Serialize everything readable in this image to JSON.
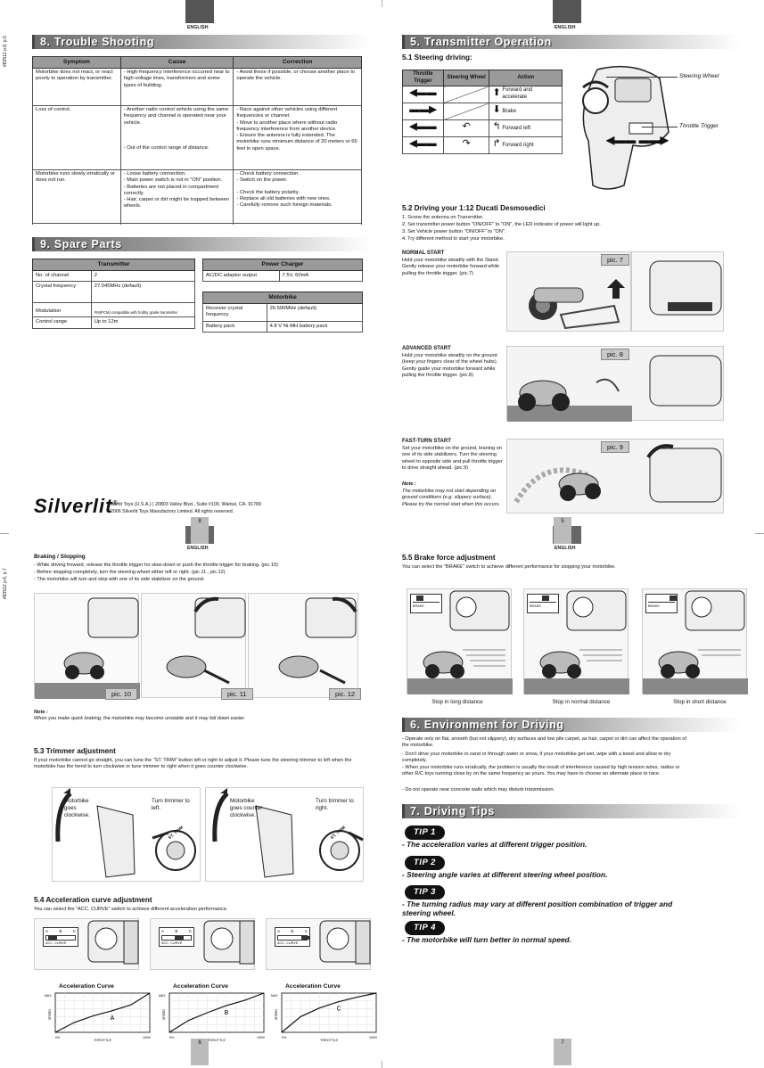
{
  "header": {
    "english_label": "ENGLISH"
  },
  "side_codes": {
    "top": "#83512 p.8, p.5",
    "bottom": "#83512 p.6, p.7"
  },
  "trouble": {
    "title": "8. Trouble Shooting",
    "columns": [
      "Symptom",
      "Cause",
      "Correction"
    ],
    "rows": [
      {
        "symptom": "Motorbike does not react, or react poorly to operation by transmitter.",
        "cause": [
          "- High-frequency interference occurred near to high-voltage lines, transformers and some types of building."
        ],
        "correction": [
          "- Avoid these if possible, or choose another place to operate the vehicle."
        ]
      },
      {
        "symptom": "Loss of control.",
        "cause": [
          "- Another radio control vehicle using the same frequency and channel is operated near your vehicle.",
          "- Out of the control range of distance."
        ],
        "correction": [
          "- Race against other vehicles using different frequencies or channel.",
          "- Move to another place where without radio frequency interference from another device.",
          "- Ensure the antenna is fully extended. The motorbike runs minimum distance of 20 meters or 66 feet in open space."
        ]
      },
      {
        "symptom": "Motorbike runs slowly erratically or does not run.",
        "cause": [
          "- Loose battery connection.",
          "- Main power switch is not in \"ON\" position.",
          "- Batteries are not placed in compartment correctly.",
          "- Hair, carpet or dirt might be trapped between wheels."
        ],
        "correction": [
          "- Check battery connection.",
          "- Switch on the power.",
          "- Check the battery polarity.",
          "- Replace all old batteries with new ones.",
          "- Carefully remove such foreign materials."
        ]
      }
    ]
  },
  "spare": {
    "title": "9. Spare Parts",
    "transmitter": {
      "heading": "Transmitter",
      "rows": [
        [
          "No. of channel",
          "2"
        ],
        [
          "Crystal frequency",
          "27.045MHz (default)"
        ],
        [
          "Modulation",
          "FM(PCM) compatible with hobby grade transmitter"
        ],
        [
          "Control range",
          "Up to 12m"
        ]
      ]
    },
    "charger": {
      "heading": "Power Charger",
      "rows": [
        [
          "AC/DC adaptor output",
          "7.5V, 60mA"
        ]
      ]
    },
    "motorbike": {
      "heading": "Motorbike",
      "rows": [
        [
          "Receiver crystal frequency",
          "26.590MHz (default)"
        ],
        [
          "Battery pack",
          "4.8 V Ni-MH battery pack"
        ]
      ]
    }
  },
  "brand": {
    "logo": "Silverlit",
    "reg": "®",
    "address": "Silverlit Toys (U.S.A.) | 20803 Valley Blvd., Suite #109, Walnut, CA. 91789",
    "copyright": "©2006 Silverlit Toys Manufactory Limited. All rights reserved."
  },
  "pages": {
    "p8": "8",
    "p5": "5",
    "p6": "6",
    "p7": "7"
  },
  "transmitter_op": {
    "title": "5. Transmitter Operation",
    "steering_title": "5.1 Steering driving:",
    "table_headers": [
      "Throttle Trigger",
      "Steering Wheel",
      "Action"
    ],
    "actions": [
      "Forward and accelerate",
      "Brake",
      "Forward left",
      "Forward right"
    ],
    "labels": {
      "steering_wheel": "Steering Wheel",
      "throttle_trigger": "Throttle Trigger"
    }
  },
  "driving": {
    "title": "5.2 Driving your 1:12 Ducati Desmosedici",
    "steps": [
      "1. Screw the antenna on Transmitter.",
      "2. Set transmitter power button \"ON/OFF\" to \"ON\", the LED indicator of power will light up.",
      "3. Set Vehicle power button \"ON/OFF\" to \"ON\".",
      "4. Try different method to start your motorbike."
    ],
    "normal": {
      "heading": "NORMAL START",
      "text": "Hold your motorbike steadily with the Stand. Gently release your motorbike forward while pulling the throttle trigger. (pic.7)",
      "pic": "pic. 7"
    },
    "advanced": {
      "heading": "ADVANCED START",
      "text": "Hold your motorbike steadily on the ground (keep your fingers clear of the wheel hubs). Gently guide your motorbike forward while pulling the throttle trigger. (pic.8)",
      "pic": "pic. 8"
    },
    "fastturn": {
      "heading": "FAST-TURN START",
      "text": "Set your motorbike on the ground, leaning on one of its side stabilizers. Turn the steering wheel to opposite side and pull throttle trigger to drive straight ahead. (pic.9)",
      "note_label": "Note :",
      "note": "The motorbike may not start depending on ground conditions (e.g. slippery surface). Please try the normal start when this occurs.",
      "pic": "pic. 9"
    }
  },
  "braking": {
    "heading": "Braking / Stopping",
    "lines": [
      "- While driving forward, release the throttle trigger for slow-down or push the throttle trigger for braking. (pic.10)",
      "- Before stopping completely, turn the steering wheel either left or right. (pic.11 , pic.12)",
      "- The motorbike will turn and stop with one of its side stabilizer on the ground."
    ],
    "pics": [
      "pic. 10",
      "pic. 11",
      "pic. 12"
    ],
    "note_label": "Note :",
    "note": "When you make quick braking, the motorbike may become unstable and it may fall down easier."
  },
  "trimmer": {
    "title": "5.3 Trimmer adjustment",
    "text": "If your motorbike cannot go straight, you can tune the \"ST. TRIM\" button left or right to adjust it. Please tune the steering trimmer to left when the motorbike has the trend to turn clockwise or tune trimmer to right when it goes counter clockwise.",
    "left_bike": "Motorbike goes clockwise.",
    "left_trim": "Turn trimmer to left.",
    "right_bike": "Motorbike goes counter clockwise.",
    "right_trim": "Turn trimmer to right.",
    "dial_label": "ST. TRIM"
  },
  "accel": {
    "title": "5.4 Acceleration curve adjustment",
    "text": "You can select the \"ACC. CURVE\" switch to achieve different acceleration performance.",
    "switch_letters": [
      "A",
      "B",
      "C"
    ],
    "switch_label": "ACC. CURVE",
    "chart_title": "Acceleration Curve",
    "y_label": "SPEED",
    "y_max": "MAX",
    "x_label": "THROTTLE",
    "x_min": "0%",
    "x_max": "100%"
  },
  "chart_data": [
    {
      "type": "line",
      "title": "Acceleration Curve",
      "xlabel": "THROTTLE",
      "ylabel": "SPEED",
      "series": [
        {
          "name": "A",
          "x": [
            0,
            20,
            40,
            60,
            80,
            100
          ],
          "y": [
            0,
            25,
            42,
            55,
            70,
            100
          ]
        }
      ]
    },
    {
      "type": "line",
      "title": "Acceleration Curve",
      "xlabel": "THROTTLE",
      "ylabel": "SPEED",
      "series": [
        {
          "name": "B",
          "x": [
            0,
            20,
            40,
            60,
            80,
            100
          ],
          "y": [
            0,
            30,
            50,
            68,
            82,
            100
          ]
        }
      ]
    },
    {
      "type": "line",
      "title": "Acceleration Curve",
      "xlabel": "THROTTLE",
      "ylabel": "SPEED",
      "series": [
        {
          "name": "C",
          "x": [
            0,
            20,
            40,
            60,
            80,
            100
          ],
          "y": [
            0,
            40,
            62,
            78,
            90,
            100
          ]
        }
      ]
    }
  ],
  "brake_force": {
    "title": "5.5 Brake force adjustment",
    "text": "You can select the \"BRAKE\" switch to achieve different performance for stopping your motorbike.",
    "switch_label": "BRAKE",
    "captions": [
      "Stop in long distance",
      "Stop in normal distance",
      "Stop in short distance"
    ]
  },
  "environment": {
    "title": "6. Environment for Driving",
    "lines": [
      "- Operate only on flat, smooth (but not slippery), dry surfaces and low pile carpet, as hair, carpet or dirt can affect the operation of the motorbike.",
      "- Don't drive your motorbike in sand or through water or snow, if your motorbike get wet, wipe with a towel and allow to dry completely.",
      "- When your motorbike runs erratically, the problem is usually the result of interference caused by high tension wires, radios or other R/C toys running close by on the same frequency as yours. You may have to choose an alternate place to race.",
      "- Do not operate near concrete walls which may disturb transmission."
    ]
  },
  "tips": {
    "title": "7. Driving Tips",
    "items": [
      {
        "badge": "TIP 1",
        "text": "- The acceleration varies at different trigger position."
      },
      {
        "badge": "TIP 2",
        "text": "- Steering angle varies at different steering wheel position."
      },
      {
        "badge": "TIP 3",
        "text": "- The turning radius may vary at different position combination of trigger and steering wheel."
      },
      {
        "badge": "TIP 4",
        "text": "- The motorbike will turn better in normal speed."
      }
    ]
  }
}
